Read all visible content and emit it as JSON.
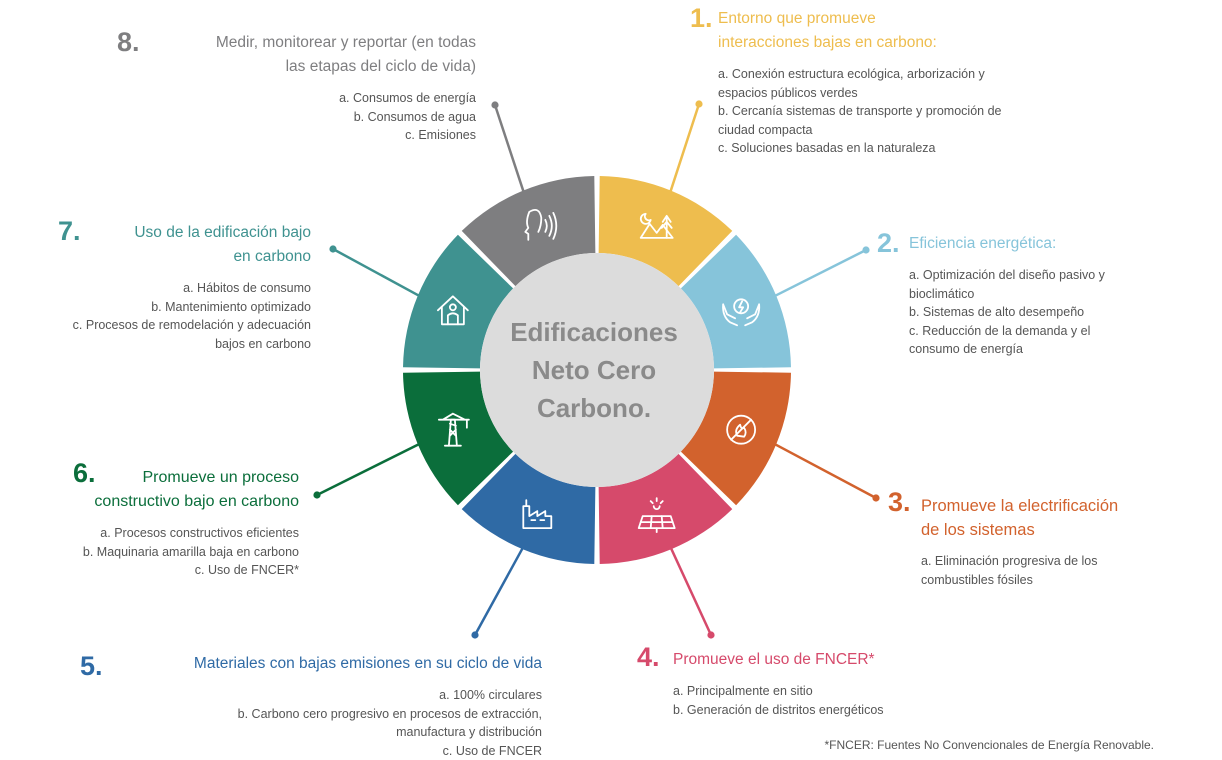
{
  "center": {
    "lines": [
      "Edificaciones",
      "Neto Cero",
      "Carbono."
    ]
  },
  "sections": [
    {
      "number": "1.",
      "color": "#eebd4e",
      "icon": "moon-mountain-trees-icon",
      "title_lines": [
        "Entorno que promueve",
        "interacciones bajas en carbono:"
      ],
      "items": [
        "a. Conexión estructura ecológica, arborización y",
        "espacios públicos verdes",
        "b. Cercanía sistemas de transporte y promoción de",
        "ciudad compacta",
        "c. Soluciones basadas en la naturaleza"
      ]
    },
    {
      "number": "2.",
      "color": "#86c4da",
      "icon": "hands-energy-icon",
      "title_lines": [
        "Eficiencia energética:"
      ],
      "items": [
        "a. Optimización del diseño pasivo y",
        "bioclimático",
        "b. Sistemas de alto desempeño",
        "c. Reducción de la demanda y el",
        "consumo de energía"
      ]
    },
    {
      "number": "3.",
      "color": "#d2622d",
      "icon": "no-fire-icon",
      "title_lines": [
        "Promueve la electrificación",
        "de los sistemas"
      ],
      "items": [
        "a. Eliminación progresiva de los",
        "combustibles fósiles"
      ]
    },
    {
      "number": "4.",
      "color": "#d64a6b",
      "icon": "solar-panel-icon",
      "title_lines": [
        "Promueve el uso de FNCER*"
      ],
      "items": [
        "a. Principalmente en sitio",
        "b. Generación de distritos energéticos"
      ]
    },
    {
      "number": "5.",
      "color": "#2f6aa5",
      "icon": "factory-icon",
      "title_lines": [
        "Materiales con bajas emisiones en su ciclo de vida"
      ],
      "items": [
        "a. 100% circulares",
        "b. Carbono cero progresivo en procesos de extracción,",
        "manufactura y distribución",
        "c. Uso de FNCER"
      ]
    },
    {
      "number": "6.",
      "color": "#0b6e3b",
      "icon": "crane-tower-icon",
      "title_lines": [
        "Promueve un proceso",
        "constructivo bajo en carbono"
      ],
      "items": [
        "a. Procesos constructivos eficientes",
        "b. Maquinaria amarilla baja en carbono",
        "c. Uso de FNCER*"
      ]
    },
    {
      "number": "7.",
      "color": "#3f9290",
      "icon": "house-person-icon",
      "title_lines": [
        "Uso de la edificación bajo",
        "en carbono"
      ],
      "items": [
        "a. Hábitos de consumo",
        "b. Mantenimiento optimizado",
        "c. Procesos de remodelación y adecuación",
        "bajos en carbono"
      ]
    },
    {
      "number": "8.",
      "color": "#7e7e80",
      "icon": "head-voice-icon",
      "title_lines": [
        "Medir, monitorear y reportar (en todas",
        "las etapas del ciclo de vida)"
      ],
      "items": [
        "a. Consumos de energía",
        "b. Consumos de agua",
        "c. Emisiones"
      ]
    }
  ],
  "footnote": "*FNCER: Fuentes No Convencionales de Energía Renovable."
}
